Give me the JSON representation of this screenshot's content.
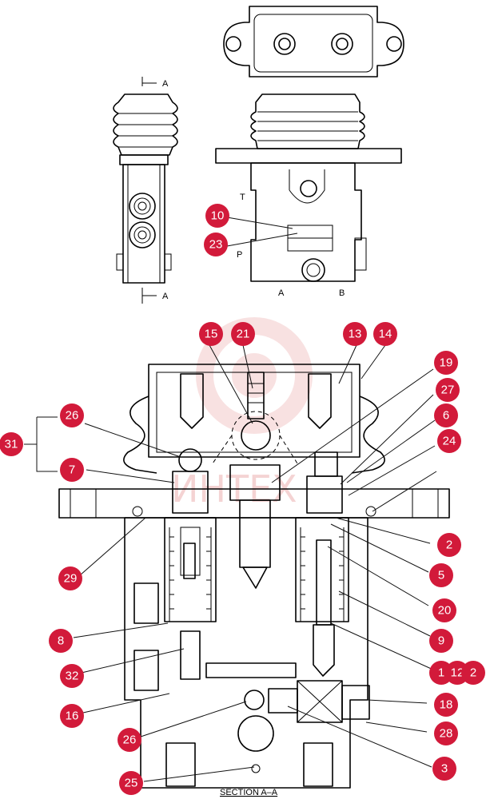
{
  "view_labels": {
    "section_mark_top": "A",
    "section_mark_bottom": "A",
    "port_t": "T",
    "port_p": "P",
    "port_a": "A",
    "port_b": "B"
  },
  "section_title": "SECTION A–A",
  "watermark": {
    "text": "ИНТЕХ",
    "color": "#e8a0a0"
  },
  "callout_color": "#d21a3a",
  "callouts": [
    "10",
    "23",
    "15",
    "21",
    "13",
    "14",
    "19",
    "27",
    "6",
    "24",
    "26",
    "31",
    "7",
    "2",
    "29",
    "5",
    "20",
    "8",
    "9",
    "1",
    "12",
    "2",
    "32",
    "16",
    "18",
    "26",
    "28",
    "3",
    "25"
  ]
}
